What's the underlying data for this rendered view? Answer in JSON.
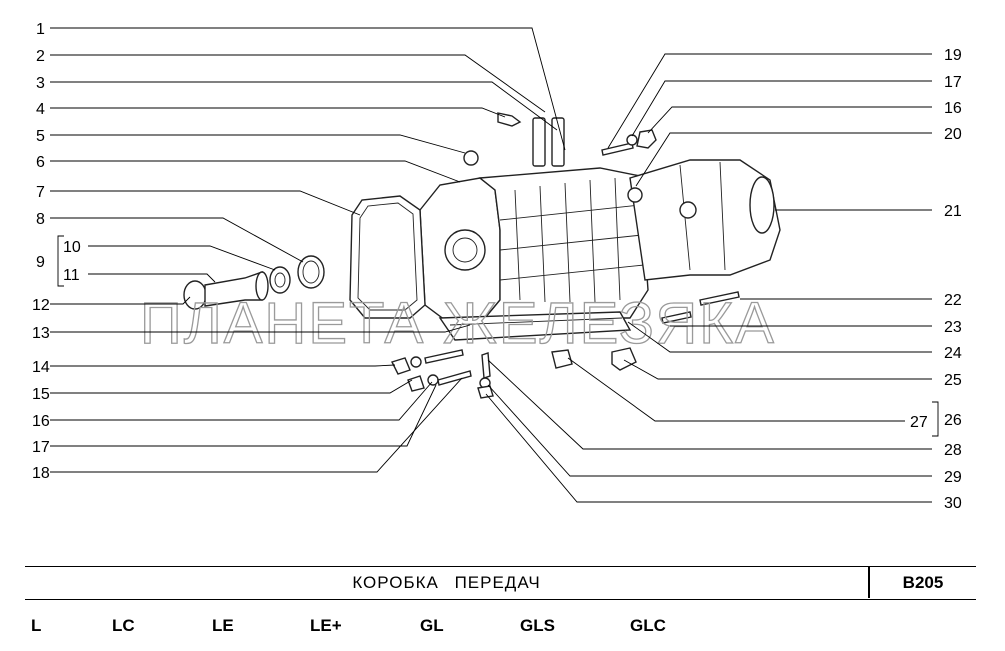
{
  "diagram": {
    "watermark": "ПЛАНЕТА ЖЕЛЕЗЯКА",
    "left_callouts": [
      "1",
      "2",
      "3",
      "4",
      "5",
      "6",
      "7",
      "8",
      "9",
      "10",
      "11",
      "12",
      "13",
      "14",
      "15",
      "16",
      "17",
      "18"
    ],
    "right_callouts": [
      "19",
      "17",
      "16",
      "20",
      "21",
      "22",
      "23",
      "24",
      "25",
      "26",
      "27",
      "28",
      "29",
      "30"
    ]
  },
  "title_block": {
    "title": "КОРОБКА   ПЕРЕДАЧ",
    "code": "B205"
  },
  "variants": [
    "L",
    "LC",
    "LE",
    "LE+",
    "GL",
    "GLS",
    "GLC"
  ]
}
